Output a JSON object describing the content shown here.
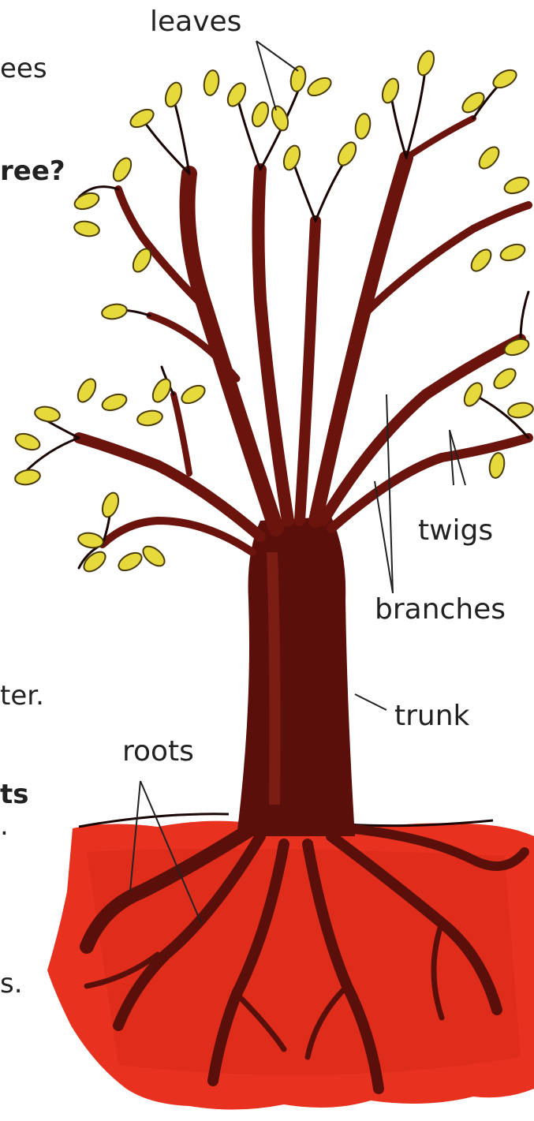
{
  "labels": {
    "leaves": "leaves",
    "twigs": "twigs",
    "branches": "branches",
    "trunk": "trunk",
    "roots": "roots"
  },
  "text_fragments": {
    "f1": "ees",
    "f2": "ree?",
    "f3": "ter.",
    "f4": "ts",
    "f5": ".",
    "f6": "s."
  },
  "colors": {
    "trunk": "#5a0f0a",
    "bark": "#7a1a12",
    "soil": "#e8321f",
    "leaf": "#e6d93c",
    "ink": "#1a0604"
  }
}
